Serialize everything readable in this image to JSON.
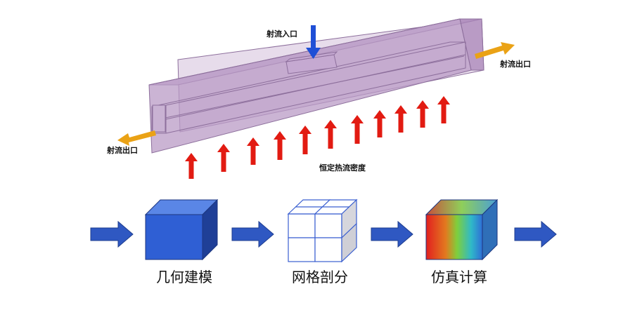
{
  "top_diagram": {
    "jet_inlet_label": "射流入口",
    "jet_outlet_right_label": "射流出口",
    "jet_outlet_left_label": "射流出口",
    "heat_flux_label": "恒定热流密度",
    "colors": {
      "channel_fill": "#b99bc6",
      "channel_stroke": "#8d6f9c",
      "inlet_arrow": "#1f4fd6",
      "outlet_arrow": "#eaa216",
      "heat_arrow": "#e21b12"
    }
  },
  "workflow": {
    "steps": [
      {
        "label": "几何建模",
        "icon": "solid-cube-icon"
      },
      {
        "label": "网格剖分",
        "icon": "mesh-cube-icon"
      },
      {
        "label": "仿真计算",
        "icon": "gradient-cube-icon"
      }
    ],
    "colors": {
      "arrow": "#2f58c2",
      "cube_front": "#2f5fd4",
      "cube_top": "#5a86e6",
      "cube_side": "#1f3f97",
      "mesh_stroke": "#3a5fd0"
    }
  }
}
